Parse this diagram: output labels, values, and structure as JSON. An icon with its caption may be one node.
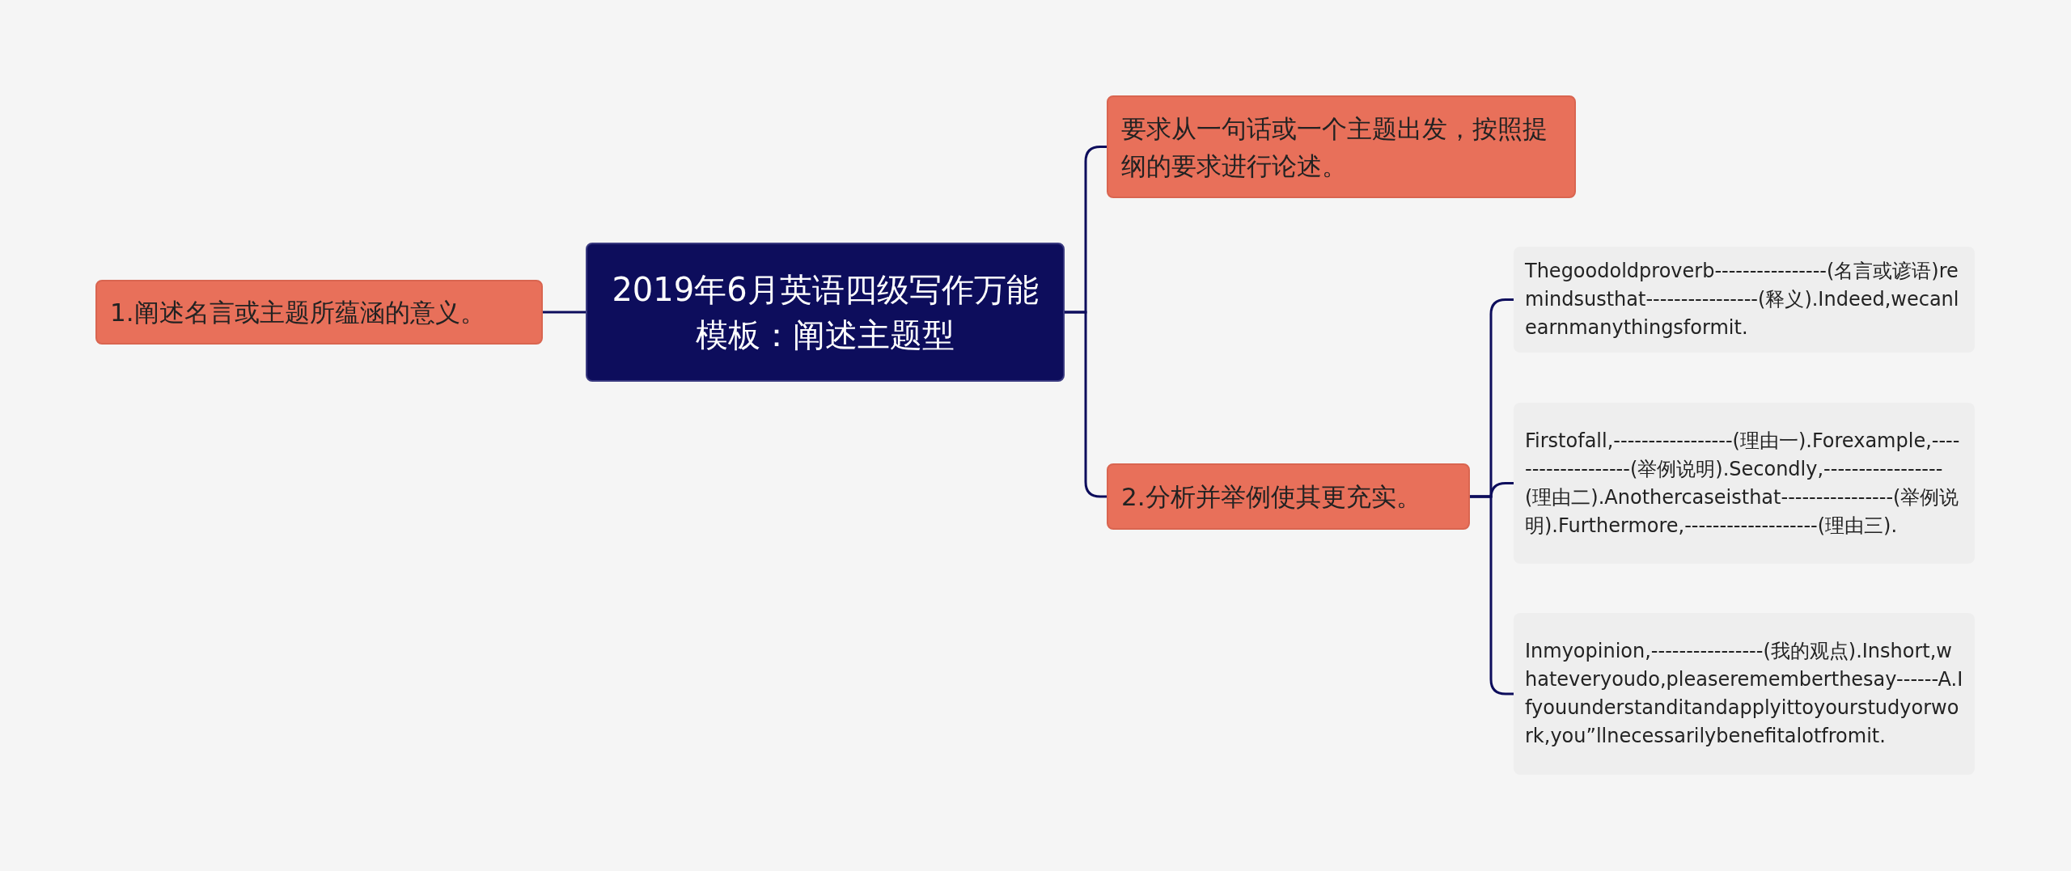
{
  "diagram": {
    "nodes": [
      {
        "text": [
          "2019年6月英语四级写作万能模板：阐述主题型"
        ]
      },
      {
        "text": [
          "1.阐述名言或主题所蕴涵的意义。"
        ]
      },
      {
        "text": [
          "要求从一句话或一个主题出发，按照提纲的要求进行论述。"
        ]
      },
      {
        "text": [
          "2.分析并举例使其更充实。"
        ]
      },
      {
        "text": [
          "Thegoodoldproverb----------------(名言或谚语)remindsusthat----------------(释义).Indeed,wecanlearnmanythingsformit."
        ]
      },
      {
        "text": [
          "Firstofall,-----------------(理由一).Forexample,-------------------(举例说明).Secondly,-----------------(理由二).Anothercaseisthat----------------(举例说明).Furthermore,-------------------(理由三)."
        ]
      },
      {
        "text": [
          "Inmyopinion,----------------(我的观点).Inshort,whateveryoudo,pleaserememberthesay------A.Ifyouunderstanditandapplyittoyourstudyorwork,you”llnecessarilybenefitalotfromit."
        ]
      }
    ],
    "edges": [
      {
        "from": 0,
        "to": 1,
        "arrow": "none"
      },
      {
        "from": 0,
        "to": 2,
        "arrow": "none"
      },
      {
        "from": 0,
        "to": 3,
        "arrow": "none"
      },
      {
        "from": 3,
        "to": 4,
        "arrow": "none"
      },
      {
        "from": 3,
        "to": 5,
        "arrow": "none"
      },
      {
        "from": 3,
        "to": 6,
        "arrow": "none"
      }
    ]
  }
}
